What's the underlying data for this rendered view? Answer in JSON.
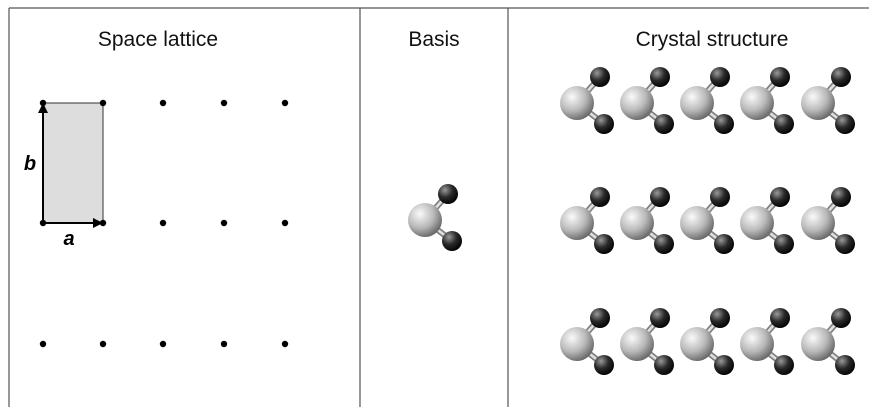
{
  "panels": {
    "space_lattice": {
      "title": "Space lattice",
      "vector_a": "a",
      "vector_b": "b"
    },
    "basis": {
      "title": "Basis"
    },
    "crystal_structure": {
      "title": "Crystal structure"
    }
  },
  "lattice": {
    "columns": 5,
    "rows": 3
  },
  "crystal": {
    "columns": 5,
    "rows": 3
  },
  "colors": {
    "frame": "#555555",
    "unit_cell_fill": "#dddddd",
    "large_atom": "#bdbdbd",
    "small_atom": "#222222",
    "bond": "#999999"
  }
}
